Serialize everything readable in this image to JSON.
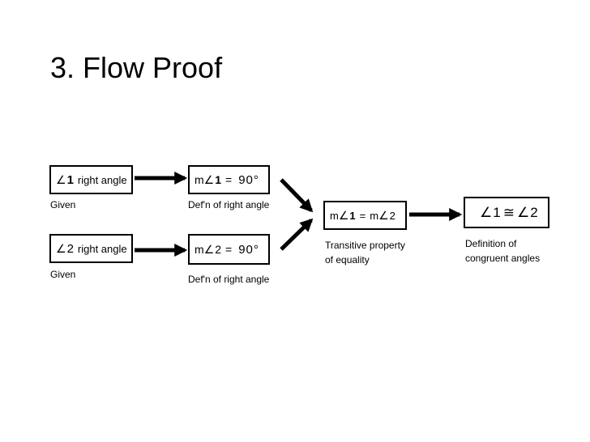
{
  "title": "3.  Flow Proof",
  "row1": {
    "given_box": {
      "angle": "∠",
      "num": "1",
      "text": "right angle"
    },
    "given_caption": "Given",
    "measure_box": {
      "m": "m",
      "angle": "∠",
      "num": "1",
      "eq": "=",
      "value": "90°"
    },
    "measure_caption": "Def'n of right angle"
  },
  "row2": {
    "given_box": {
      "angle": "∠",
      "num": "2",
      "text": "right angle"
    },
    "given_caption": "Given",
    "measure_box": {
      "m": "m",
      "angle": "∠",
      "num": "2",
      "eq": "=",
      "value": "90°"
    },
    "measure_caption": "Def'n of right angle"
  },
  "transitive": {
    "box": {
      "m1": "m",
      "a1": "∠",
      "n1": "1",
      "eq": "=",
      "m2": "m",
      "a2": "∠",
      "n2": "2"
    },
    "caption_line1": "Transitive property",
    "caption_line2": "of equality"
  },
  "conclusion": {
    "box": {
      "a1": "∠",
      "n1": "1",
      "cong": "≅",
      "a2": "∠",
      "n2": "2"
    },
    "caption_line1": "Definition of",
    "caption_line2": "congruent angles"
  }
}
